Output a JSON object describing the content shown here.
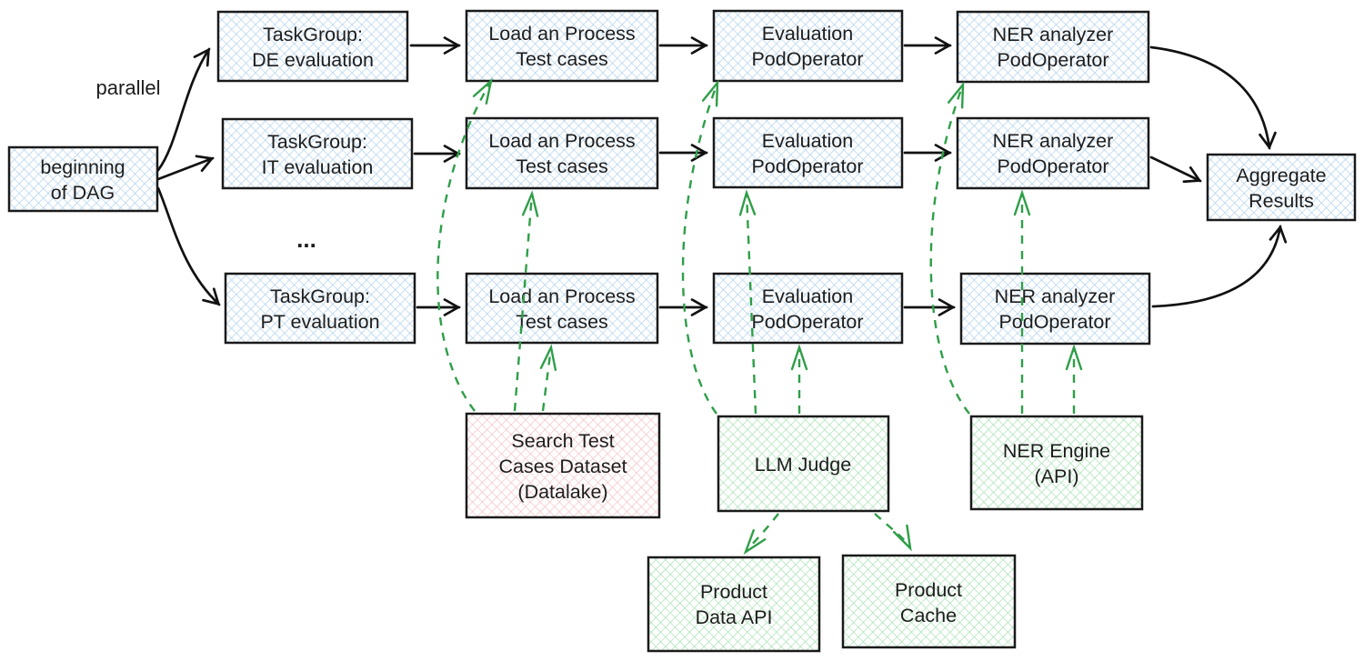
{
  "diagram": {
    "annotations": {
      "parallel": "parallel",
      "ellipsis": "..."
    },
    "colors": {
      "background": "#ffffff",
      "box_border": "#1a1a1a",
      "text": "#1d1d1d",
      "blue_hatch": "#a9cdec",
      "pink_hatch": "#f4bcc1",
      "green_hatch": "#9fdfad",
      "solid_arrow": "#111111",
      "dashed_arrow": "#2f9e48"
    },
    "nodes": {
      "beginning": {
        "line1": "beginning",
        "line2": "of DAG"
      },
      "taskgroup_de": {
        "line1": "TaskGroup:",
        "line2": "DE evaluation"
      },
      "taskgroup_it": {
        "line1": "TaskGroup:",
        "line2": "IT evaluation"
      },
      "taskgroup_pt": {
        "line1": "TaskGroup:",
        "line2": "PT evaluation"
      },
      "load_de": {
        "line1": "Load an Process",
        "line2": "Test cases"
      },
      "load_it": {
        "line1": "Load an Process",
        "line2": "Test cases"
      },
      "load_pt": {
        "line1": "Load an Process",
        "line2": "Test cases"
      },
      "eval_de": {
        "line1": "Evaluation",
        "line2": "PodOperator"
      },
      "eval_it": {
        "line1": "Evaluation",
        "line2": "PodOperator"
      },
      "eval_pt": {
        "line1": "Evaluation",
        "line2": "PodOperator"
      },
      "ner_de": {
        "line1": "NER analyzer",
        "line2": "PodOperator"
      },
      "ner_it": {
        "line1": "NER analyzer",
        "line2": "PodOperator"
      },
      "ner_pt": {
        "line1": "NER analyzer",
        "line2": "PodOperator"
      },
      "aggregate": {
        "line1": "Aggregate",
        "line2": "Results"
      },
      "search_dataset": {
        "line1": "Search Test",
        "line2": "Cases Dataset",
        "line3": "(Datalake)"
      },
      "llm_judge": {
        "line1": "LLM Judge"
      },
      "ner_engine": {
        "line1": "NER Engine",
        "line2": "(API)"
      },
      "product_data_api": {
        "line1": "Product",
        "line2": "Data API"
      },
      "product_cache": {
        "line1": "Product",
        "line2": "Cache"
      }
    },
    "edges": {
      "solid": [
        {
          "from": "beginning",
          "to": "taskgroup_de"
        },
        {
          "from": "beginning",
          "to": "taskgroup_it"
        },
        {
          "from": "beginning",
          "to": "taskgroup_pt"
        },
        {
          "from": "taskgroup_de",
          "to": "load_de"
        },
        {
          "from": "taskgroup_it",
          "to": "load_it"
        },
        {
          "from": "taskgroup_pt",
          "to": "load_pt"
        },
        {
          "from": "load_de",
          "to": "eval_de"
        },
        {
          "from": "load_it",
          "to": "eval_it"
        },
        {
          "from": "load_pt",
          "to": "eval_pt"
        },
        {
          "from": "eval_de",
          "to": "ner_de"
        },
        {
          "from": "eval_it",
          "to": "ner_it"
        },
        {
          "from": "eval_pt",
          "to": "ner_pt"
        },
        {
          "from": "ner_de",
          "to": "aggregate"
        },
        {
          "from": "ner_it",
          "to": "aggregate"
        },
        {
          "from": "ner_pt",
          "to": "aggregate"
        }
      ],
      "dashed": [
        {
          "from": "search_dataset",
          "to": "load_de"
        },
        {
          "from": "search_dataset",
          "to": "load_it"
        },
        {
          "from": "search_dataset",
          "to": "load_pt"
        },
        {
          "from": "llm_judge",
          "to": "eval_de"
        },
        {
          "from": "llm_judge",
          "to": "eval_it"
        },
        {
          "from": "llm_judge",
          "to": "eval_pt"
        },
        {
          "from": "ner_engine",
          "to": "ner_de"
        },
        {
          "from": "ner_engine",
          "to": "ner_it"
        },
        {
          "from": "ner_engine",
          "to": "ner_pt"
        },
        {
          "from": "llm_judge",
          "to": "product_data_api"
        },
        {
          "from": "llm_judge",
          "to": "product_cache"
        }
      ]
    }
  }
}
